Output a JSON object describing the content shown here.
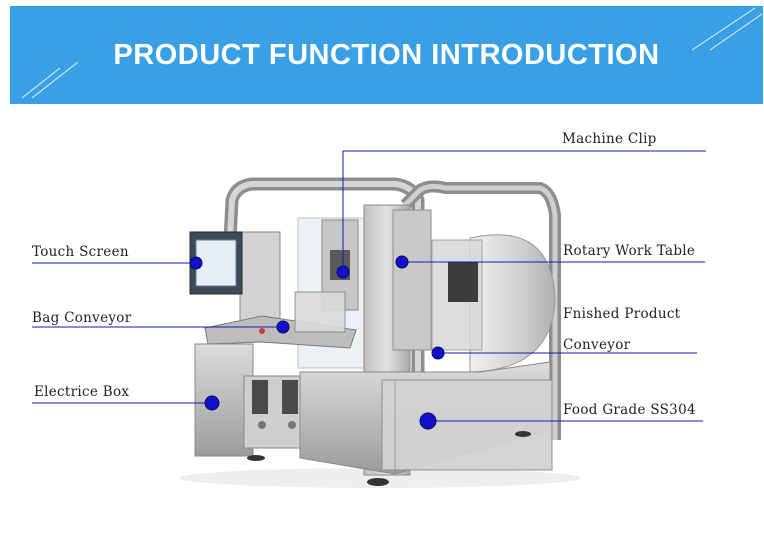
{
  "banner": {
    "title": "PRODUCT FUNCTION INTRODUCTION",
    "color": "#3aa0e6"
  },
  "labels": {
    "machine_clip": "Machine Clip",
    "touch_screen": "Touch Screen",
    "rotary_work_table": "Rotary Work Table",
    "bag_conveyor": "Bag Conveyor",
    "finished_product_line1": "Fnished Product",
    "finished_product_line2": "Conveyor",
    "electric_box": "Electrice Box",
    "food_grade": "Food Grade SS304"
  },
  "colors": {
    "leader_line": "#1a1aa8",
    "marker": "#1111cc"
  },
  "image": {
    "subject": "rotary premade-pouch packaging machine",
    "icons": [
      "callout-marker-dot"
    ]
  }
}
